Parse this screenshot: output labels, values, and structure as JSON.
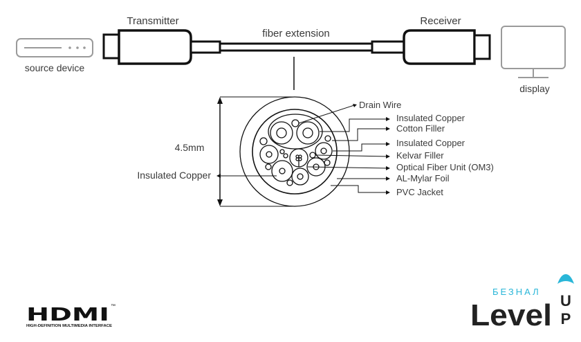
{
  "diagram": {
    "source_device_label": "source device",
    "transmitter_label": "Transmitter",
    "fiber_label": "fiber extension",
    "receiver_label": "Receiver",
    "display_label": "display",
    "diameter_label": "4.5mm",
    "left_callout": "Insulated Copper",
    "callouts": [
      "Drain Wire",
      "Insulated Copper",
      "Cotton Filler",
      "Insulated Copper",
      "Kelvar Filler",
      "Optical Fiber Unit (OM3)",
      "AL-Mylar Foil",
      "PVC Jacket"
    ]
  },
  "logos": {
    "hdmi_wordmark": "HDMI",
    "hdmi_tm": "™",
    "hdmi_tagline": "HIGH-DEFINITION MULTIMEDIA INTERFACE",
    "brand_top": "БЕЗНАЛ",
    "brand_main": "Level",
    "brand_u": "U",
    "brand_p": "P",
    "brand_accent_color": "#29b6d8"
  }
}
